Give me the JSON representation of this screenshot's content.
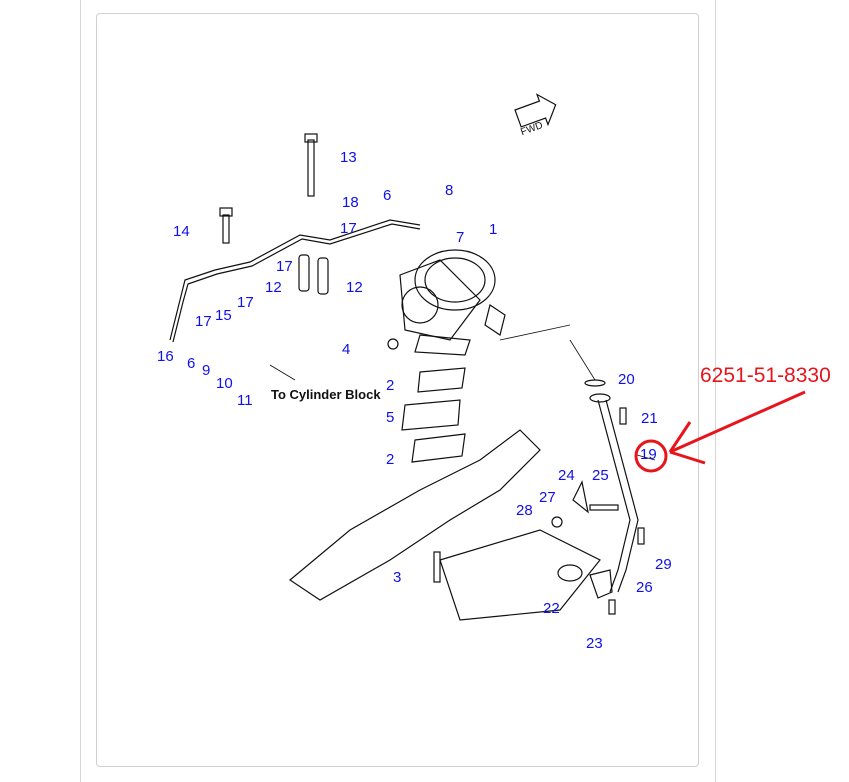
{
  "diagram": {
    "fwd_label": "FWD",
    "note": "To Cylinder Block",
    "part_number": "6251-51-8330",
    "highlighted_callout": "19",
    "callouts": [
      "1",
      "2",
      "2",
      "3",
      "4",
      "5",
      "6",
      "6",
      "7",
      "8",
      "9",
      "10",
      "11",
      "12",
      "12",
      "13",
      "14",
      "15",
      "16",
      "17",
      "17",
      "17",
      "17",
      "18",
      "19",
      "20",
      "21",
      "22",
      "23",
      "24",
      "25",
      "26",
      "27",
      "28",
      "29"
    ],
    "colors": {
      "callout": "#1010e8",
      "annotation": "#e8141c",
      "lines": "#111111"
    }
  }
}
